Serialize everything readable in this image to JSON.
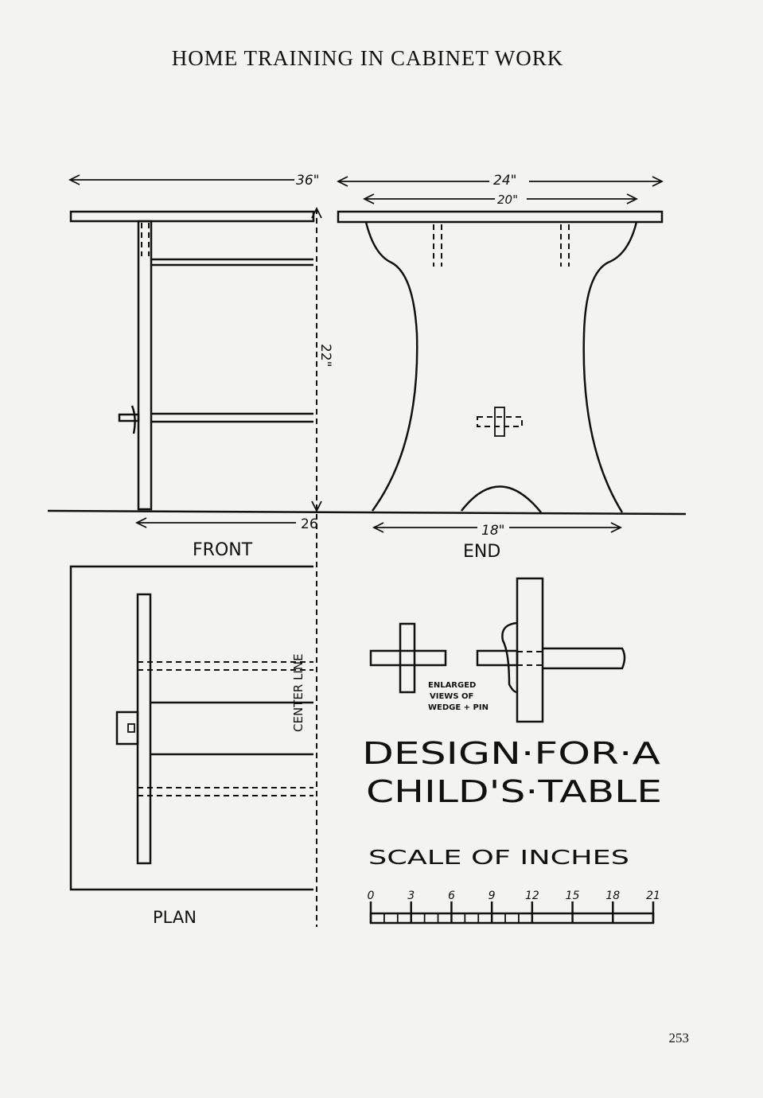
{
  "header": {
    "title": "HOME TRAINING IN CABINET WORK"
  },
  "dimensions": {
    "front_width": "36\"",
    "top_length": "24\"",
    "leg_spacing": "20\"",
    "height": "22\"",
    "front_bottom": "26",
    "end_bottom": "18\""
  },
  "views": {
    "front": "FRONT",
    "end": "END",
    "plan": "PLAN",
    "center_line": "CENTER LINE"
  },
  "detail_note": [
    "ENLARGED",
    "VIEWS OF",
    "WEDGE + PIN"
  ],
  "title": {
    "line1": "DESIGN·FOR·A",
    "line2": "CHILD'S·TABLE"
  },
  "scale": {
    "label": "SCALE OF INCHES",
    "ticks": [
      "0",
      "3",
      "6",
      "9",
      "12",
      "15",
      "18",
      "21"
    ]
  },
  "page_number": "253"
}
